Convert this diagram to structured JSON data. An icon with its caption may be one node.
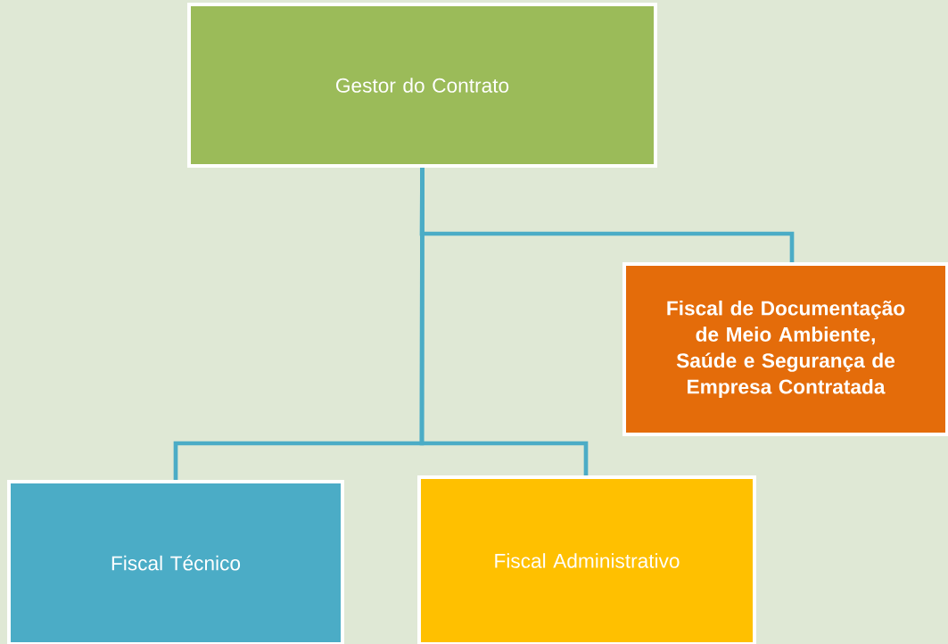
{
  "diagram": {
    "nodes": [
      {
        "text": [
          "Gestor do Contrato"
        ]
      },
      {
        "text": [
          "Fiscal de Documentação de Meio Ambiente, Saúde e Segurança de Empresa Contratada"
        ]
      },
      {
        "text": [
          "Fiscal Técnico"
        ]
      },
      {
        "text": [
          "Fiscal Administrativo"
        ]
      }
    ],
    "edges": [
      {
        "from": 0,
        "to": 1,
        "arrow": "none"
      },
      {
        "from": 0,
        "to": 2,
        "arrow": "none"
      },
      {
        "from": 0,
        "to": 3,
        "arrow": "none"
      }
    ]
  }
}
